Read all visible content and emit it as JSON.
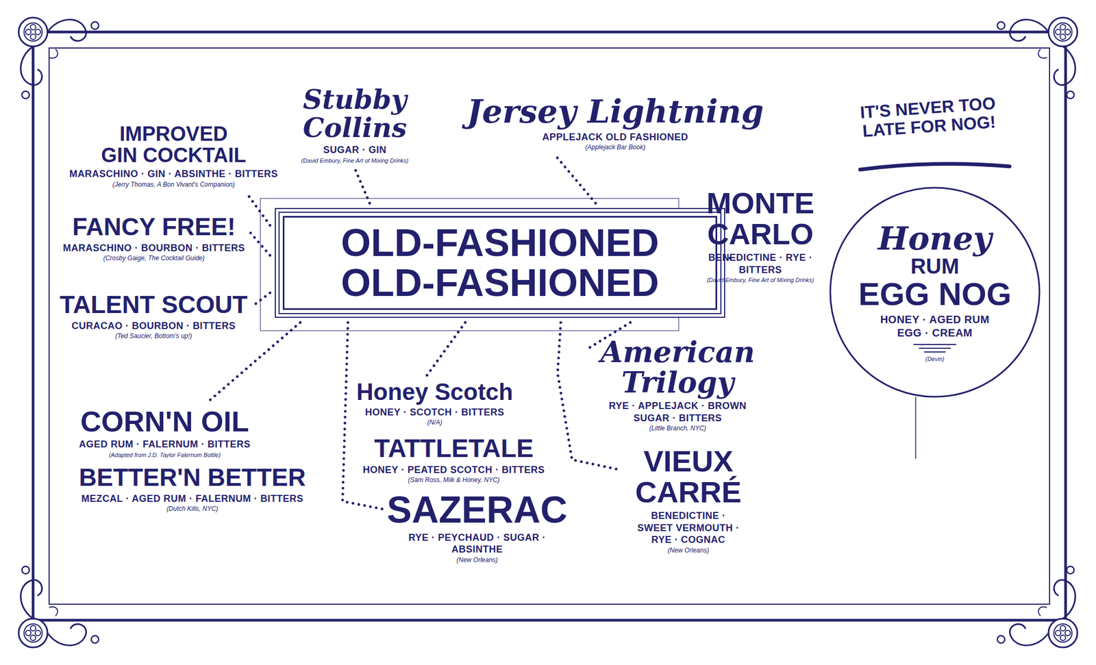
{
  "diagram": {
    "nodes": [
      {
        "text": [
          "IMPROVED GIN COCKTAIL",
          "MARASCHINO · GIN · ABSINTHE · BITTERS",
          "(Jerry Thomas, A Bon Vivant's Companion)"
        ]
      },
      {
        "text": [
          "Stubby Collins",
          "SUGAR · GIN",
          "(David Embury, Fine Art of Mixing Drinks)"
        ]
      },
      {
        "text": [
          "Jersey Lightning",
          "APPLEJACK OLD FASHIONED",
          "(Applejack Bar Book)"
        ]
      },
      {
        "text": [
          "FANCY FREE!",
          "MARASCHINO · BOURBON · BITTERS",
          "(Crosby Gaige, The Cocktail Guide)"
        ]
      },
      {
        "text": [
          "OLD-FASHIONED OLD-FASHIONED"
        ]
      },
      {
        "text": [
          "MONTE CARLO",
          "BENEDICTINE · RYE · BITTERS",
          "(David Embury, Fine Art of Mixing Drinks)"
        ]
      },
      {
        "text": [
          "Honey",
          "RUM",
          "EGG NOG",
          "HONEY · AGED RUM EGG · CREAM",
          "(Devin)"
        ]
      },
      {
        "text": [
          "TALENT SCOUT",
          "CURACAO · BOURBON · BITTERS",
          "(Ted Saucier, Bottom's up!)"
        ]
      },
      {
        "text": [
          "American Trilogy",
          "RYE · APPLEJACK · BROWN SUGAR · BITTERS",
          "(Little Branch, NYC)"
        ]
      },
      {
        "text": [
          "CORN'N OIL",
          "AGED RUM · FALERNUM · BITTERS",
          "(Adapted from J.D. Taylor Falernum Bottle)"
        ]
      },
      {
        "text": [
          "Honey Scotch",
          "HONEY · SCOTCH · BITTERS",
          "(N/A)"
        ]
      },
      {
        "text": [
          "TATTLETALE",
          "HONEY · PEATED SCOTCH · BITTERS",
          "(Sam Ross, Milk & Honey, NYC)"
        ]
      },
      {
        "text": [
          "VIEUX CARRÉ",
          "BENEDICTINE · SWEET VERMOUTH · RYE · COGNAC",
          "(New Orleans)"
        ]
      },
      {
        "text": [
          "BETTER'N BETTER",
          "MEZCAL · AGED RUM · FALERNUM · BITTERS",
          "(Dutch Kills, NYC)"
        ]
      },
      {
        "text": [
          "SAZERAC",
          "RYE · PEYCHAUD · SUGAR · ABSINTHE",
          "(New Orleans)"
        ]
      }
    ],
    "edges": [
      {
        "from": 4,
        "to": 0,
        "arrow": "none"
      },
      {
        "from": 4,
        "to": 1,
        "arrow": "none"
      },
      {
        "from": 4,
        "to": 2,
        "arrow": "none"
      },
      {
        "from": 4,
        "to": 3,
        "arrow": "none"
      },
      {
        "from": 4,
        "to": 5,
        "arrow": "none"
      },
      {
        "from": 4,
        "to": 7,
        "arrow": "none"
      },
      {
        "from": 4,
        "to": 9,
        "arrow": "none"
      },
      {
        "from": 4,
        "to": 10,
        "arrow": "none"
      },
      {
        "from": 4,
        "to": 14,
        "arrow": "none"
      },
      {
        "from": 4,
        "to": 8,
        "arrow": "none"
      },
      {
        "from": 4,
        "to": 12,
        "arrow": "none"
      }
    ],
    "labels": [
      "IT'S NEVER TOO LATE FOR NOG!"
    ]
  }
}
